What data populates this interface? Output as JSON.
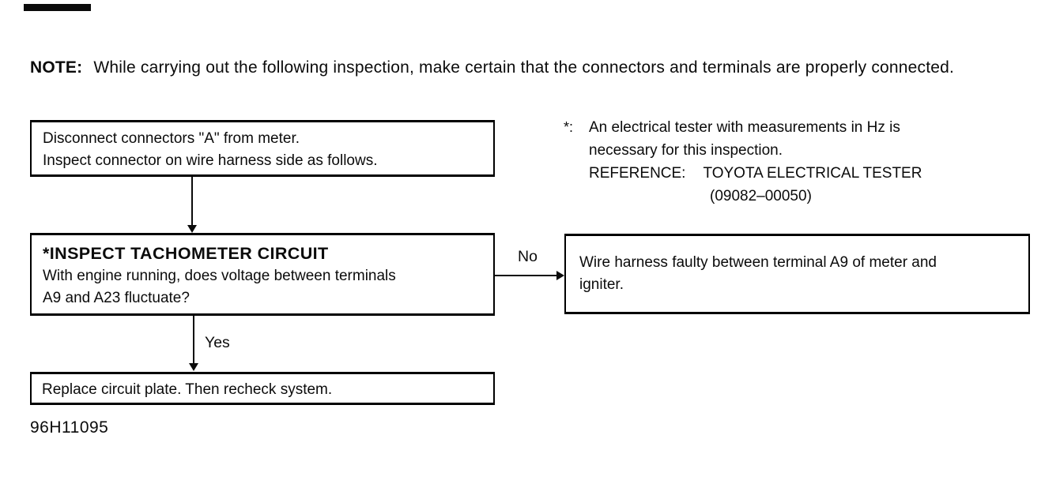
{
  "note": {
    "label": "NOTE:",
    "text": "While carrying out the following inspection, make certain that the connectors and terminals are properly connected."
  },
  "flowchart": {
    "box_disconnect": {
      "line1": "Disconnect connectors \"A\" from meter.",
      "line2": "Inspect connector on wire harness side as follows."
    },
    "box_inspect": {
      "title": "*INSPECT TACHOMETER CIRCUIT",
      "line1": "With engine running, does voltage between terminals",
      "line2": "A9 and A23 fluctuate?"
    },
    "no_label": "No",
    "yes_label": "Yes",
    "box_harness": {
      "line1": "Wire harness faulty between terminal A9 of meter and",
      "line2": "igniter."
    },
    "box_replace": {
      "text": "Replace circuit plate. Then recheck system."
    }
  },
  "side_note": {
    "marker": "*:",
    "line1": "An electrical tester with measurements in Hz is",
    "line2": "necessary for this inspection.",
    "reference_label": "REFERENCE:",
    "reference_value": "TOYOTA ELECTRICAL TESTER",
    "reference_code": "(09082–00050)"
  },
  "figure_id": "96H11095"
}
